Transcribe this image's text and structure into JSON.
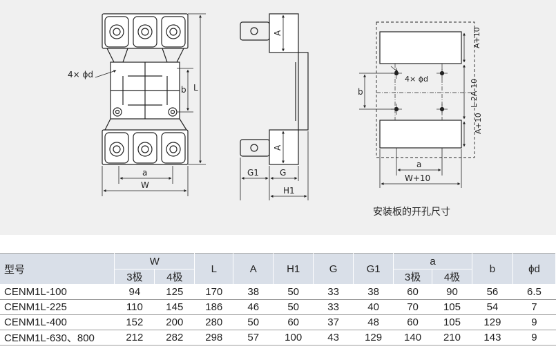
{
  "drawing": {
    "left_labels": {
      "hole_callout": "4× ϕd",
      "a": "a",
      "b": "b",
      "L": "L",
      "W": "W"
    },
    "side_labels": {
      "A_top": "A",
      "A_bottom": "A",
      "G1": "G1",
      "G": "G",
      "H1": "H1"
    },
    "cutout_labels": {
      "A_plus_10_top": "A+10",
      "middle": "L-2A-10",
      "A_plus_10_bottom": "A+10",
      "b": "b",
      "hole_callout": "4× ϕd",
      "a": "a",
      "W_plus_10": "W+10"
    },
    "caption": "安装板的开孔尺寸"
  },
  "table": {
    "headers": {
      "model": "型号",
      "W": "W",
      "L": "L",
      "A": "A",
      "H1": "H1",
      "G": "G",
      "G1": "G1",
      "a": "a",
      "b": "b",
      "d": "ϕd",
      "pole3": "3极",
      "pole4": "4极"
    },
    "rows": [
      {
        "model": "CENM1L-100",
        "W3": "94",
        "W4": "125",
        "L": "170",
        "A": "38",
        "H1": "50",
        "G": "33",
        "G1": "38",
        "a3": "60",
        "a4": "90",
        "b": "56",
        "d": "6.5"
      },
      {
        "model": "CENM1L-225",
        "W3": "110",
        "W4": "145",
        "L": "186",
        "A": "46",
        "H1": "50",
        "G": "33",
        "G1": "40",
        "a3": "70",
        "a4": "105",
        "b": "54",
        "d": "7"
      },
      {
        "model": "CENM1L-400",
        "W3": "152",
        "W4": "200",
        "L": "280",
        "A": "50",
        "H1": "60",
        "G": "37",
        "G1": "48",
        "a3": "60",
        "a4": "105",
        "b": "129",
        "d": "9"
      },
      {
        "model": "CENM1L-630、800",
        "W3": "212",
        "W4": "282",
        "L": "298",
        "A": "57",
        "H1": "100",
        "G": "43",
        "G1": "129",
        "a3": "140",
        "a4": "210",
        "b": "143",
        "d": "9"
      }
    ]
  }
}
